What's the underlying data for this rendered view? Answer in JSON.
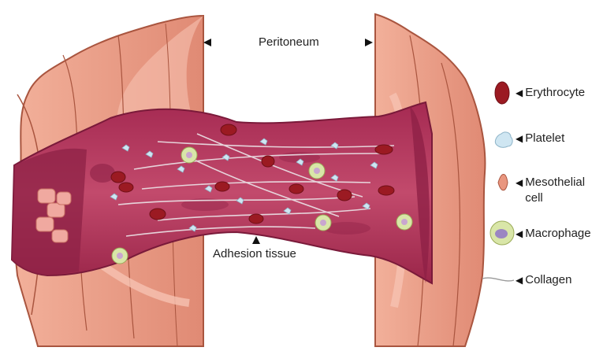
{
  "labels": {
    "peritoneum": "Peritoneum",
    "adhesion_tissue": "Adhesion tissue"
  },
  "legend": [
    {
      "icon": "erythrocyte-icon",
      "text": "Erythrocyte"
    },
    {
      "icon": "platelet-icon",
      "text": "Platelet"
    },
    {
      "icon": "mesothelial-cell-icon",
      "text": "Mesothelial",
      "text2": "cell"
    },
    {
      "icon": "macrophage-icon",
      "text": "Macrophage"
    },
    {
      "icon": "collagen-icon",
      "text": "Collagen"
    }
  ],
  "colors": {
    "peritoneum_tissue": "#e9967f",
    "peritoneum_outline": "#a9553f",
    "adhesion_tissue": "#b83a5e",
    "adhesion_dark": "#8e2146",
    "erythrocyte": "#9b1a22",
    "platelet": "#cfe6f2",
    "macrophage": "#d9e6a8",
    "collagen": "#e9e3e6"
  }
}
